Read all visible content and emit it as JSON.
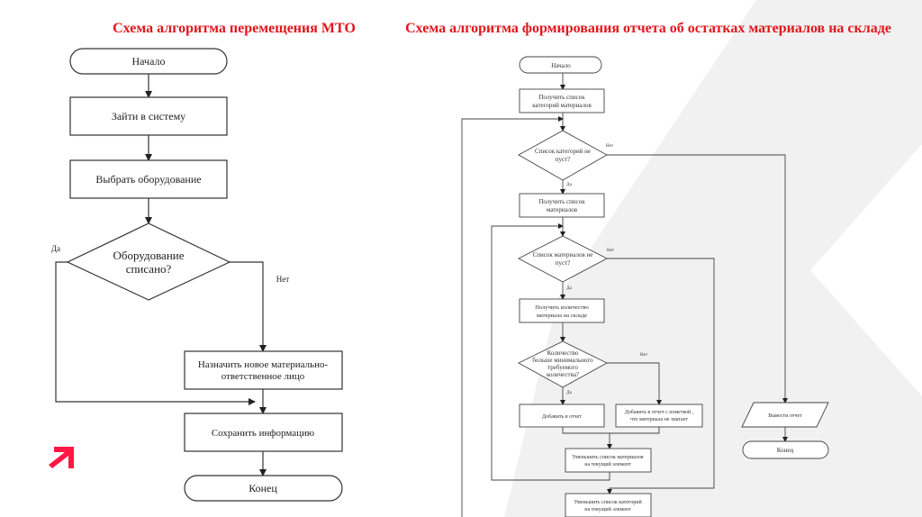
{
  "left_diagram": {
    "title": "Схема алгоритма перемещения МТО",
    "nodes": {
      "start": "Начало",
      "login": "Зайти в систему",
      "select": "Выбрать оборудование",
      "decision_line1": "Оборудование",
      "decision_line2": "списано?",
      "assign_line1": "Назначить новое материально-",
      "assign_line2": "ответственное лицо",
      "save": "Сохранить информацию",
      "end": "Конец"
    },
    "labels": {
      "yes": "Да",
      "no": "Нет"
    }
  },
  "right_diagram": {
    "title": "Схема алгоритма формирования отчета об остатках материалов на складе",
    "nodes": {
      "start": "Начало",
      "get_categories_line1": "Получить список",
      "get_categories_line2": "категорий материалов",
      "cat_decision_line1": "Список категорий не",
      "cat_decision_line2": "пуст?",
      "get_materials_line1": "Получить список",
      "get_materials_line2": "материалов",
      "mat_decision_line1": "Список материалов не",
      "mat_decision_line2": "пуст?",
      "get_qty_line1": "Получить количество",
      "get_qty_line2": "материала на складе",
      "qty_decision_line1": "Количество",
      "qty_decision_line2": "больше минимального",
      "qty_decision_line3": "требуемого",
      "qty_decision_line4": "количества?",
      "add_report": "Добавить в отчет",
      "add_mark_line1": "Добавить в отчет с пометкой ,",
      "add_mark_line2": "что материала не хватает",
      "reduce_materials_line1": "Уменьшить список материалов",
      "reduce_materials_line2": "на текущий элемент",
      "reduce_categories_line1": "Уменьшить список категорий",
      "reduce_categories_line2": "на текущий элемент",
      "output": "Вывести отчет",
      "end": "Конец"
    },
    "labels": {
      "yes": "Да",
      "no": "Нет"
    }
  },
  "colors": {
    "accent": "#e0161c",
    "logo": "#ff1744",
    "background_shape": "#f1f1f1",
    "line": "#333333"
  }
}
